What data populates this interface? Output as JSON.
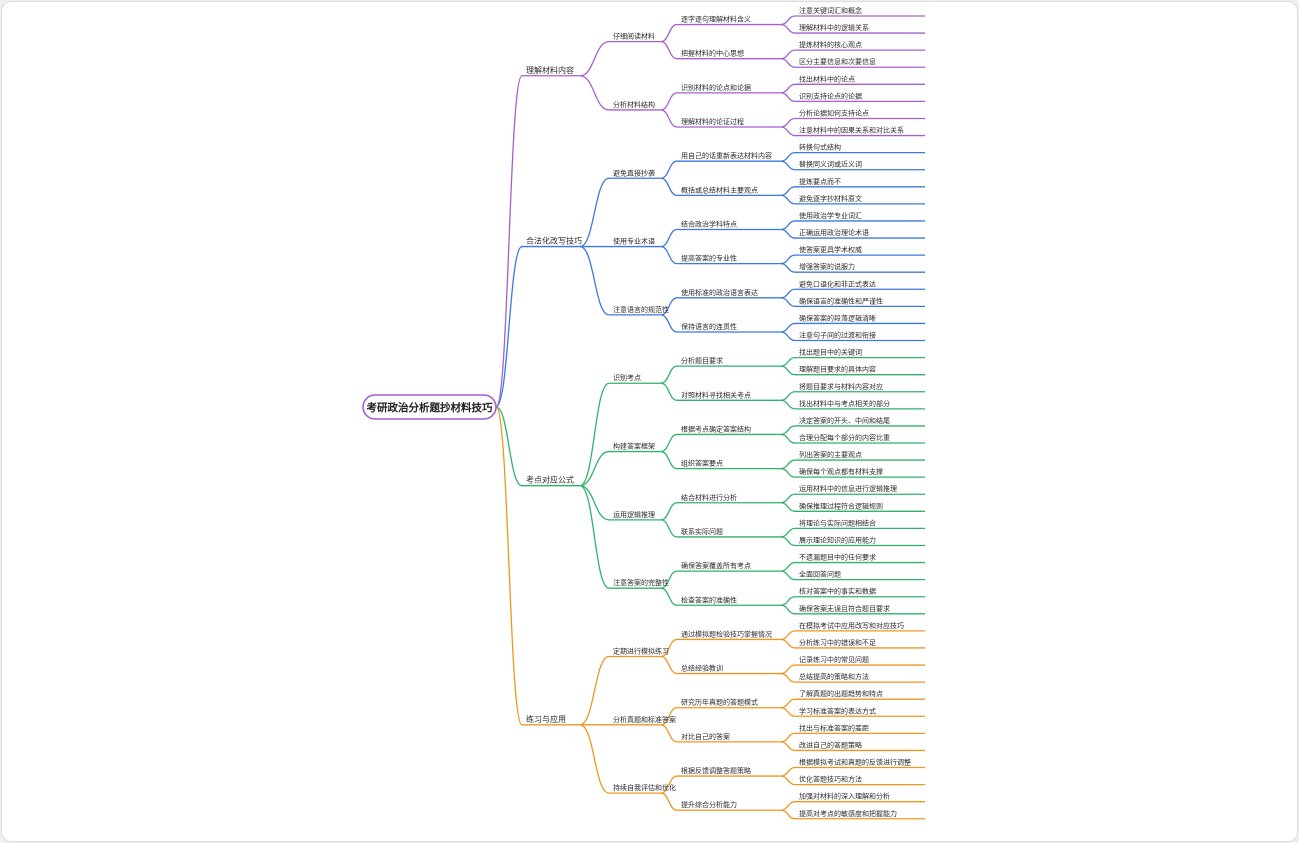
{
  "root": {
    "label": "考研政治分析题抄材料技巧",
    "color": "#a45fd3"
  },
  "branches": [
    {
      "label": "理解材料内容",
      "color": "#a45fd3",
      "children": [
        {
          "label": "仔细阅读材料",
          "children": [
            {
              "label": "逐字逐句理解材料含义",
              "children": [
                "注意关键词汇和概念",
                "理解材料中的逻辑关系"
              ]
            },
            {
              "label": "把握材料的中心思想",
              "children": [
                "提炼材料的核心观点",
                "区分主要信息和次要信息"
              ]
            }
          ]
        },
        {
          "label": "分析材料结构",
          "children": [
            {
              "label": "识别材料的论点和论据",
              "children": [
                "找出材料中的论点",
                "识别支持论点的论据"
              ]
            },
            {
              "label": "理解材料的论证过程",
              "children": [
                "分析论据如何支持论点",
                "注意材料中的因果关系和对比关系"
              ]
            }
          ]
        }
      ]
    },
    {
      "label": "合法化改写技巧",
      "color": "#3b78e0",
      "children": [
        {
          "label": "避免直接抄袭",
          "children": [
            {
              "label": "用自己的话重新表达材料内容",
              "children": [
                "转换句式结构",
                "替换同义词或近义词"
              ]
            },
            {
              "label": "概括或总结材料主要观点",
              "children": [
                "提炼要点而不",
                "避免逐字抄材料原文"
              ]
            }
          ]
        },
        {
          "label": "使用专业术语",
          "children": [
            {
              "label": "结合政治学科特点",
              "children": [
                "使用政治学专业词汇",
                "正确运用政治理论术语"
              ]
            },
            {
              "label": "提高答案的专业性",
              "children": [
                "使答案更具学术权威",
                "增强答案的说服力"
              ]
            }
          ]
        },
        {
          "label": "注意语言的规范性",
          "children": [
            {
              "label": "使用标准的政治语言表达",
              "children": [
                "避免口语化和非正式表达",
                "确保语言的准确性和严谨性"
              ]
            },
            {
              "label": "保持语言的连贯性",
              "children": [
                "确保答案的段落逻辑清晰",
                "注意句子间的过渡和衔接"
              ]
            }
          ]
        }
      ]
    },
    {
      "label": "考点对应公式",
      "color": "#2fb36b",
      "children": [
        {
          "label": "识别考点",
          "children": [
            {
              "label": "分析题目要求",
              "children": [
                "找出题目中的关键词",
                "理解题目要求的具体内容"
              ]
            },
            {
              "label": "对照材料寻找相关考点",
              "children": [
                "将题目要求与材料内容对应",
                "找出材料中与考点相关的部分"
              ]
            }
          ]
        },
        {
          "label": "构建答案框架",
          "children": [
            {
              "label": "根据考点确定答案结构",
              "children": [
                "决定答案的开头、中间和结尾",
                "合理分配每个部分的内容比重"
              ]
            },
            {
              "label": "组织答案要点",
              "children": [
                "列出答案的主要观点",
                "确保每个观点都有材料支撑"
              ]
            }
          ]
        },
        {
          "label": "运用逻辑推理",
          "children": [
            {
              "label": "结合材料进行分析",
              "children": [
                "运用材料中的信息进行逻辑推理",
                "确保推理过程符合逻辑规则"
              ]
            },
            {
              "label": "联系实际问题",
              "children": [
                "将理论与实际问题相结合",
                "展示理论知识的应用能力"
              ]
            }
          ]
        },
        {
          "label": "注意答案的完整性",
          "children": [
            {
              "label": "确保答案覆盖所有考点",
              "children": [
                "不遗漏题目中的任何要求",
                "全面回答问题"
              ]
            },
            {
              "label": "检查答案的准确性",
              "children": [
                "核对答案中的事实和数据",
                "确保答案无误且符合题目要求"
              ]
            }
          ]
        }
      ]
    },
    {
      "label": "练习与应用",
      "color": "#ef9620",
      "children": [
        {
          "label": "定期进行模拟练习",
          "children": [
            {
              "label": "通过模拟题检验技巧掌握情况",
              "children": [
                "在模拟考试中应用改写和对应技巧",
                "分析练习中的错误和不足"
              ]
            },
            {
              "label": "总结经验教训",
              "children": [
                "记录练习中的常见问题",
                "总结提高的策略和方法"
              ]
            }
          ]
        },
        {
          "label": "分析真题和标准答案",
          "children": [
            {
              "label": "研究历年真题的答题模式",
              "children": [
                "了解真题的出题趋势和特点",
                "学习标准答案的表达方式"
              ]
            },
            {
              "label": "对比自己的答案",
              "children": [
                "找出与标准答案的差距",
                "改进自己的答题策略"
              ]
            }
          ]
        },
        {
          "label": "持续自我评估和优化",
          "children": [
            {
              "label": "根据反馈调整答题策略",
              "children": [
                "根据模拟考试和真题的反馈进行调整",
                "优化答题技巧和方法"
              ]
            },
            {
              "label": "提升综合分析能力",
              "children": [
                "加强对材料的深入理解和分析",
                "提高对考点的敏感度和把握能力"
              ]
            }
          ]
        }
      ]
    }
  ]
}
